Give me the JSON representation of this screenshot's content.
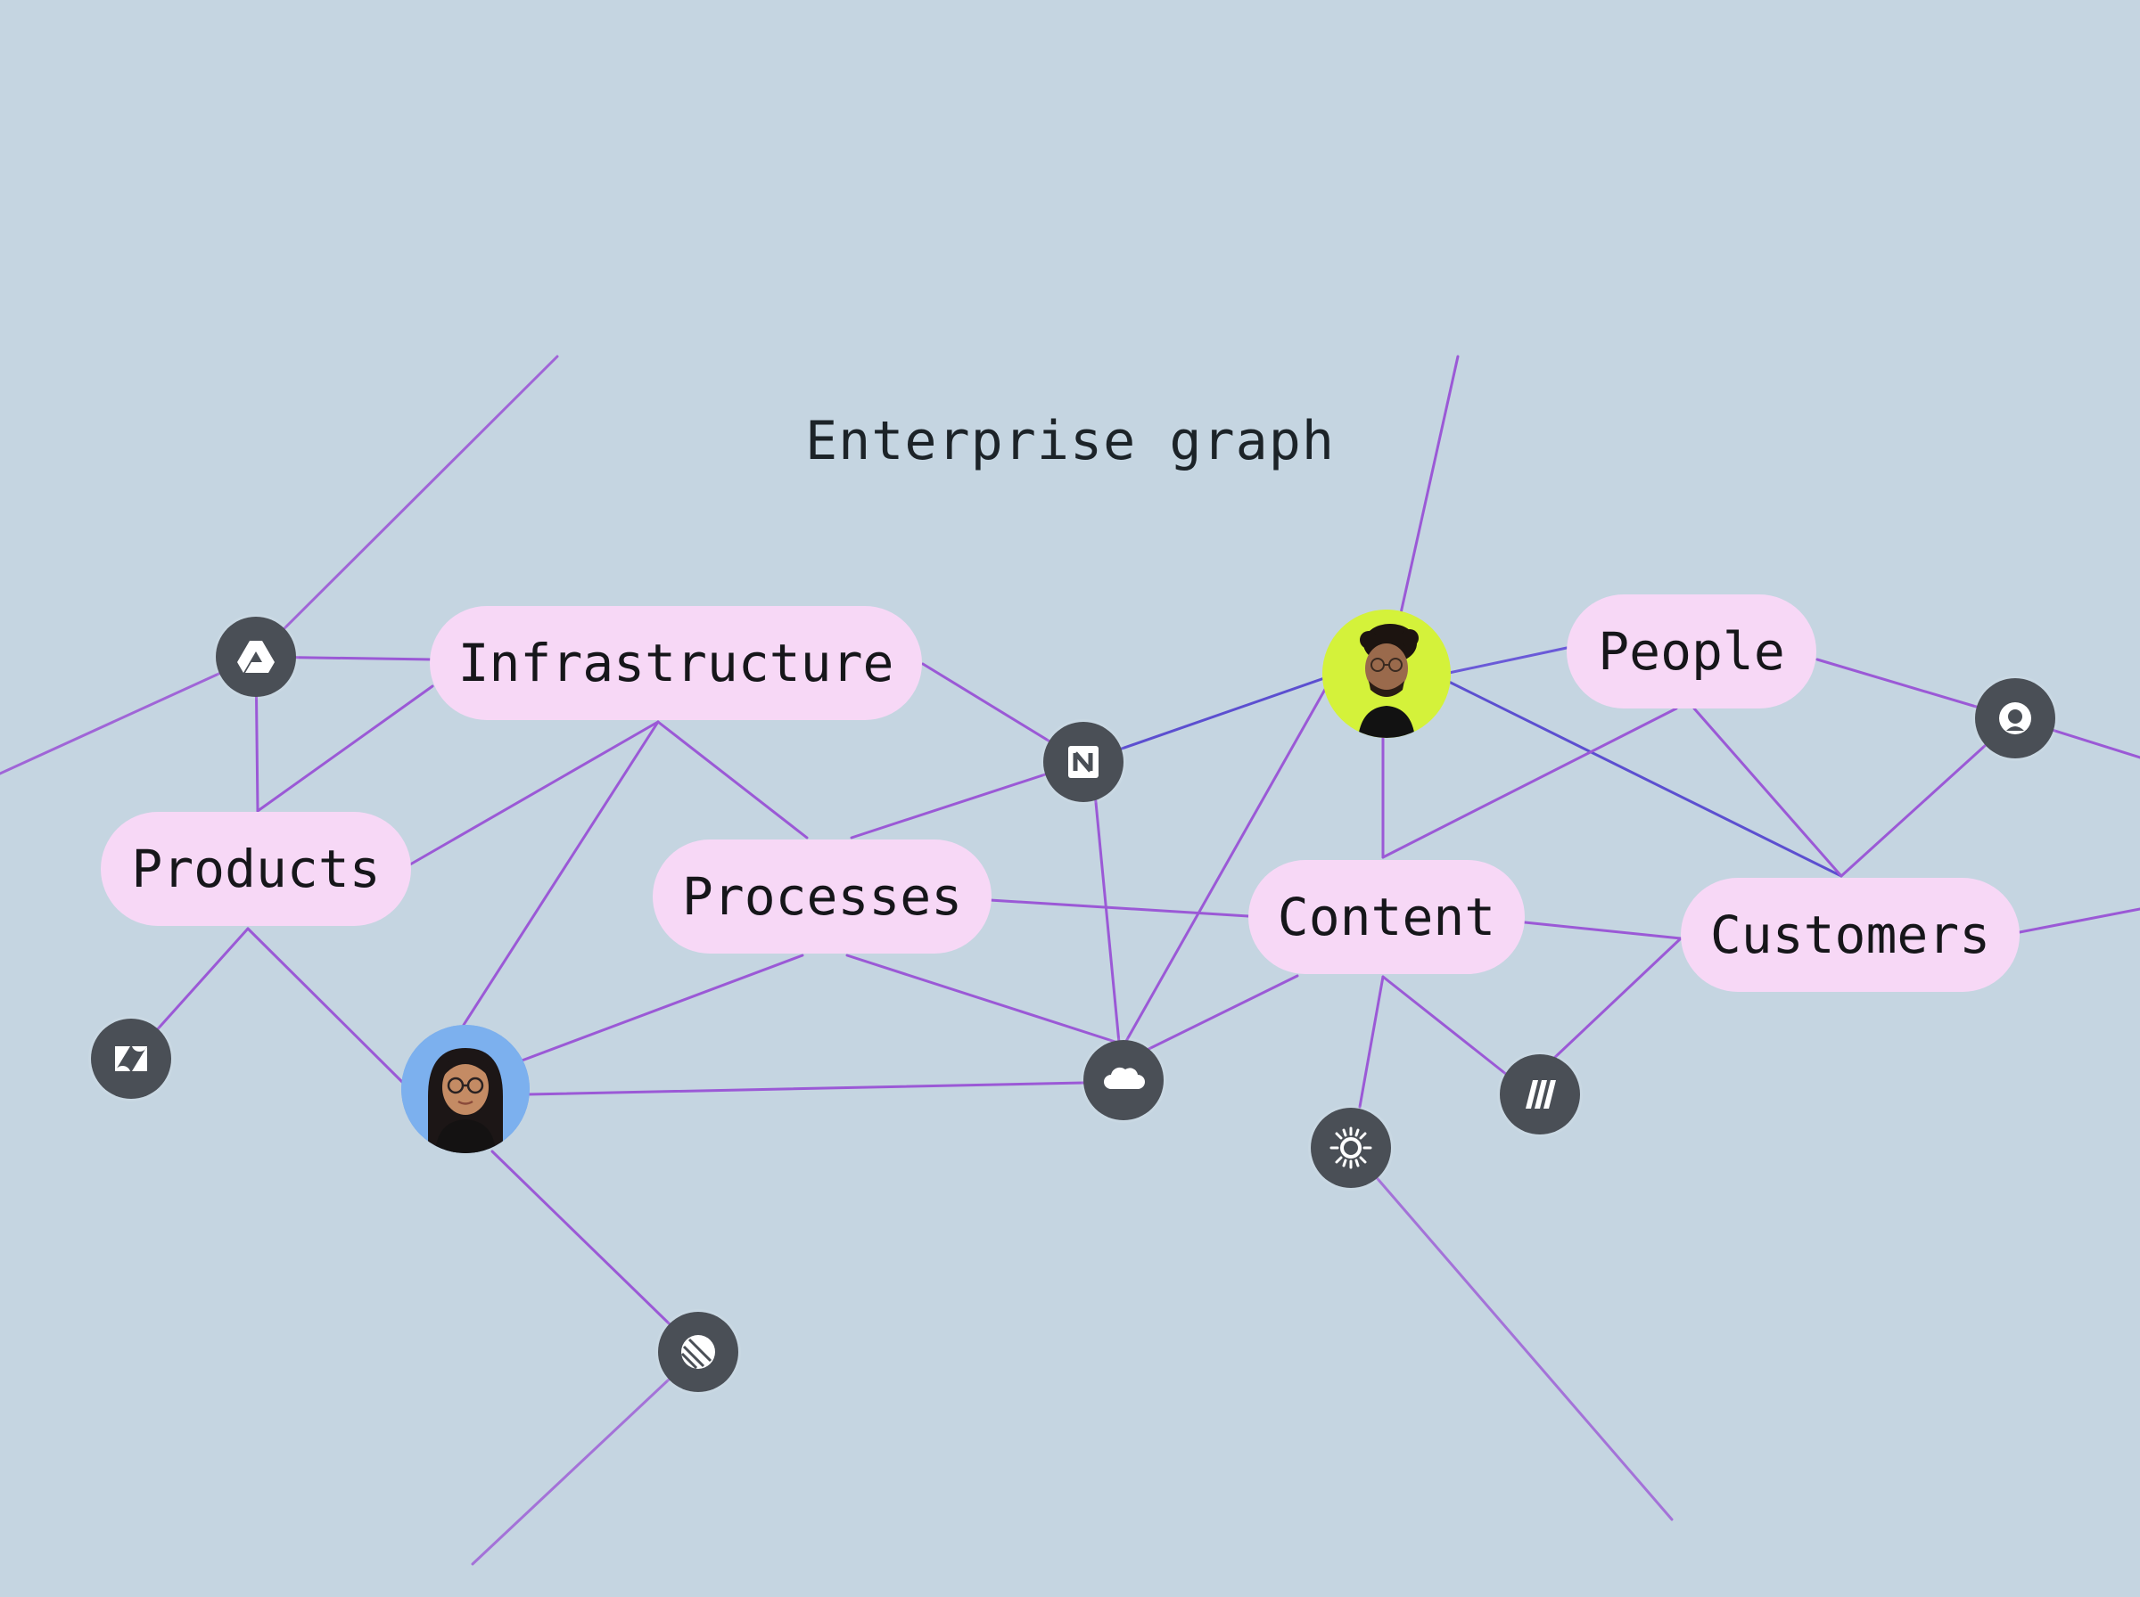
{
  "title": "Enterprise graph",
  "colors": {
    "background": "#c5d5e1",
    "edge": "#9b59d6",
    "edge_strong": "#5c4fd0",
    "pill": "#f7d8f6",
    "hub": "#4a4f56",
    "avatar_left_bg": "#6fa3e8",
    "avatar_right_bg": "#d4f23a"
  },
  "nodes": {
    "infrastructure": "Infrastructure",
    "products": "Products",
    "processes": "Processes",
    "content": "Content",
    "people": "People",
    "customers": "Customers"
  },
  "icons": {
    "drive": "google-drive-icon",
    "notion": "notion-icon",
    "zendesk": "zendesk-icon",
    "salesforce": "salesforce-cloud-icon",
    "linear": "linear-icon",
    "sun": "sun-icon",
    "miro": "miro-icon",
    "github": "github-icon"
  }
}
